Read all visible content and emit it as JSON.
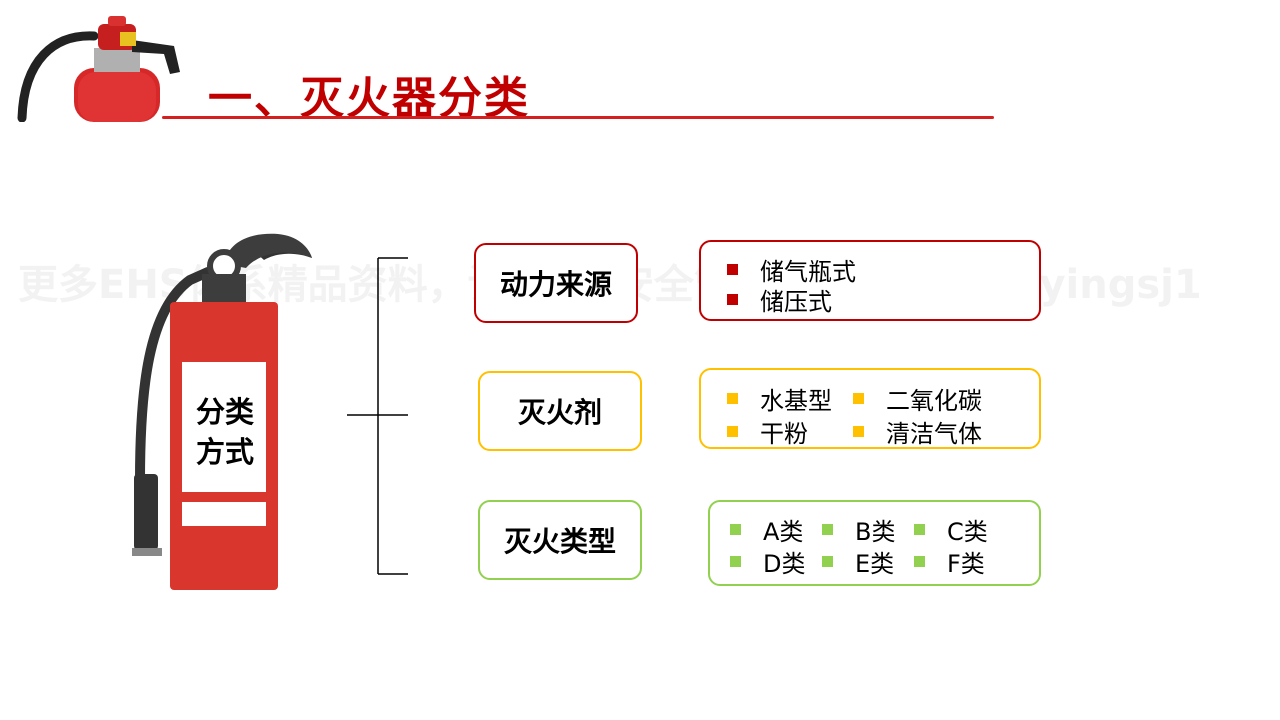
{
  "title": "一、灭火器分类",
  "watermark": "更多EHS体系精品资料，请添加“安全管理”微信号：ansyingsj1",
  "center_label": [
    "分类",
    "方式"
  ],
  "colors": {
    "red": "#c00000",
    "yellow": "#ffc000",
    "green": "#92d050"
  },
  "categories": [
    {
      "label": "动力来源",
      "color": "#c00000",
      "items": [
        "储气瓶式",
        "储压式"
      ]
    },
    {
      "label": "灭火剂",
      "color": "#ffc000",
      "items": [
        "水基型",
        "二氧化碳",
        "干粉",
        "清洁气体"
      ]
    },
    {
      "label": "灭火类型",
      "color": "#92d050",
      "items": [
        "A类",
        "B类",
        "C类",
        "D类",
        "E类",
        "F类"
      ]
    }
  ]
}
